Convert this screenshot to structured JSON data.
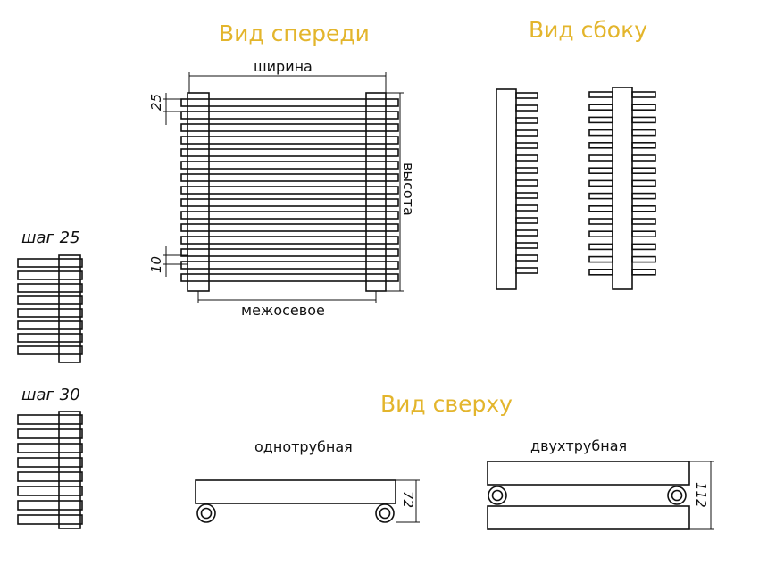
{
  "colors": {
    "heading": "#e3b52c",
    "line": "#111111",
    "background": "#ffffff"
  },
  "headings": {
    "front_view": "Вид спереди",
    "side_view": "Вид сбоку",
    "top_view": "Вид сверху"
  },
  "front": {
    "width_label": "ширина",
    "height_label": "высота",
    "center_label": "межосевое",
    "pitch_dim": "25",
    "gap_dim": "10"
  },
  "steps": {
    "step_25": "шаг 25",
    "step_30": "шаг 30"
  },
  "top": {
    "single_label": "однотрубная",
    "single_depth": "72",
    "double_label": "двухтрубная",
    "double_depth": "112"
  }
}
